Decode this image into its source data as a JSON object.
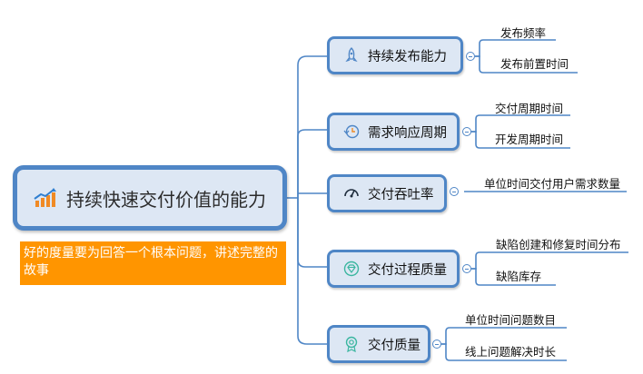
{
  "root": {
    "label": "持续快速交付价值的能力",
    "icon": "rising-chart-icon"
  },
  "note": {
    "text": "好的度量要为回答一个根本问题，讲述完整的故事"
  },
  "branches": [
    {
      "label": "持续发布能力",
      "icon": "rocket-icon",
      "children": [
        "发布频率",
        "发布前置时间"
      ]
    },
    {
      "label": "需求响应周期",
      "icon": "clock-refresh-icon",
      "children": [
        "交付周期时间",
        "开发周期时间"
      ]
    },
    {
      "label": "交付吞吐率",
      "icon": "gauge-icon",
      "children": [
        "单位时间交付用户需求数量"
      ]
    },
    {
      "label": "交付过程质量",
      "icon": "shield-gem-icon",
      "children": [
        "缺陷创建和修复时间分布",
        "缺陷库存"
      ]
    },
    {
      "label": "交付质量",
      "icon": "award-badge-icon",
      "children": [
        "单位时间问题数目",
        "线上问题解决时长"
      ]
    }
  ],
  "colors": {
    "accent": "#4f86c6",
    "node_fill": "#dde7f4",
    "note_bg": "#ff9500"
  }
}
